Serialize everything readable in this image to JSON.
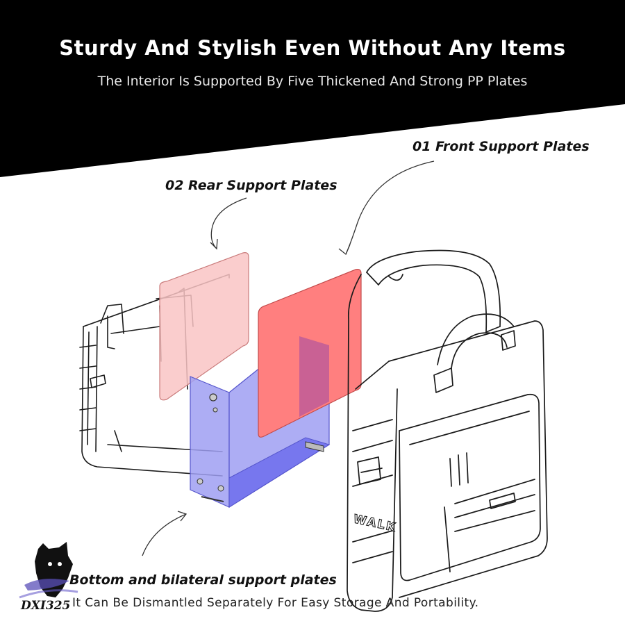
{
  "header": {
    "title": "Sturdy And Stylish Even Without Any Items",
    "subtitle": "The Interior Is Supported By Five Thickened And Strong PP Plates"
  },
  "callouts": {
    "front": "01 Front  Support Plates",
    "rear": "02 Rear Support Plates",
    "bottom": "Bottom and bilateral support plates"
  },
  "note": "It Can Be Dismantled Separately For Easy Storage And Portability.",
  "logo": {
    "text": "DXI325"
  },
  "bag": {
    "strap_label": "WALK"
  },
  "colors": {
    "header_band": "#000000",
    "front_plate": "#ff7f7f",
    "rear_plate": "#f9c4c4",
    "bottom_plate": "#9f9ff2",
    "bottom_plate_edge": "#7777ee",
    "overlap": "#c96194",
    "sketch_line": "#1a1a1a"
  }
}
